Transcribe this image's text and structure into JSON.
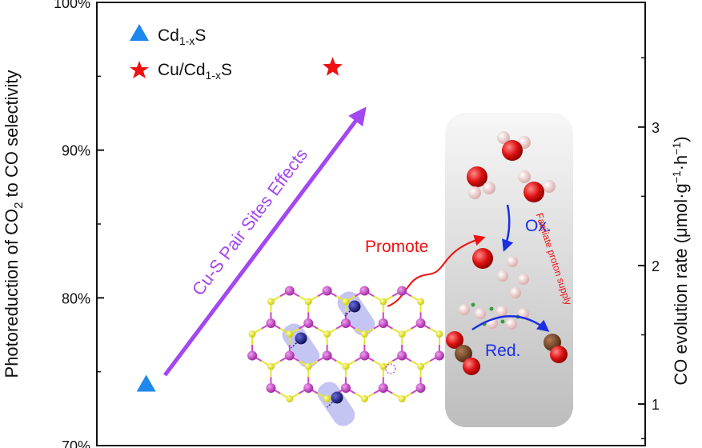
{
  "chart_data": {
    "type": "scatter",
    "title": "",
    "ylabel_left": [
      "Photoreduction of CO",
      "2",
      " to CO selectivity"
    ],
    "ylabel_right": [
      "CO evolution rate (μmol·g",
      "−1",
      "·h",
      "−1",
      ")"
    ],
    "ylim_left": [
      70,
      100
    ],
    "ylim_right": [
      0.7,
      3.9
    ],
    "yticks_left": [
      {
        "value": 70,
        "label": "70%"
      },
      {
        "value": 80,
        "label": "80%"
      },
      {
        "value": 90,
        "label": "90%"
      },
      {
        "value": 100,
        "label": "100%"
      }
    ],
    "yticks_right": [
      {
        "value": 1,
        "label": "1"
      },
      {
        "value": 2,
        "label": "2"
      },
      {
        "value": 3,
        "label": "3"
      }
    ],
    "series": [
      {
        "name_parts": [
          "Cd",
          "1-x",
          "S"
        ],
        "marker": "triangle",
        "color": "#1e88ee",
        "x": 0.09,
        "y": 74.2
      },
      {
        "name_parts": [
          "Cu/Cd",
          "1-x",
          "S"
        ],
        "marker": "star",
        "color": "#ee1111",
        "x": 0.43,
        "y": 95.6
      }
    ],
    "grid": false,
    "legend": "top-left"
  },
  "annotations": {
    "arrow_text": "Cu-S Pair Sites Effects",
    "promote": "Promote",
    "ox": "Ox.",
    "red": "Red.",
    "proton": "Faciliate proton supply"
  },
  "colors": {
    "arrow": "#a347f0",
    "promote": "#ee1111",
    "cycle": "#1a2ee6",
    "sulfur": "#e6e62e",
    "cadmium": "#cc44cc",
    "copper": "#1a1a7a",
    "oxygen": "#dd1111",
    "hydrogen": "#f0c8c8",
    "carbon": "#6b3a1f"
  }
}
